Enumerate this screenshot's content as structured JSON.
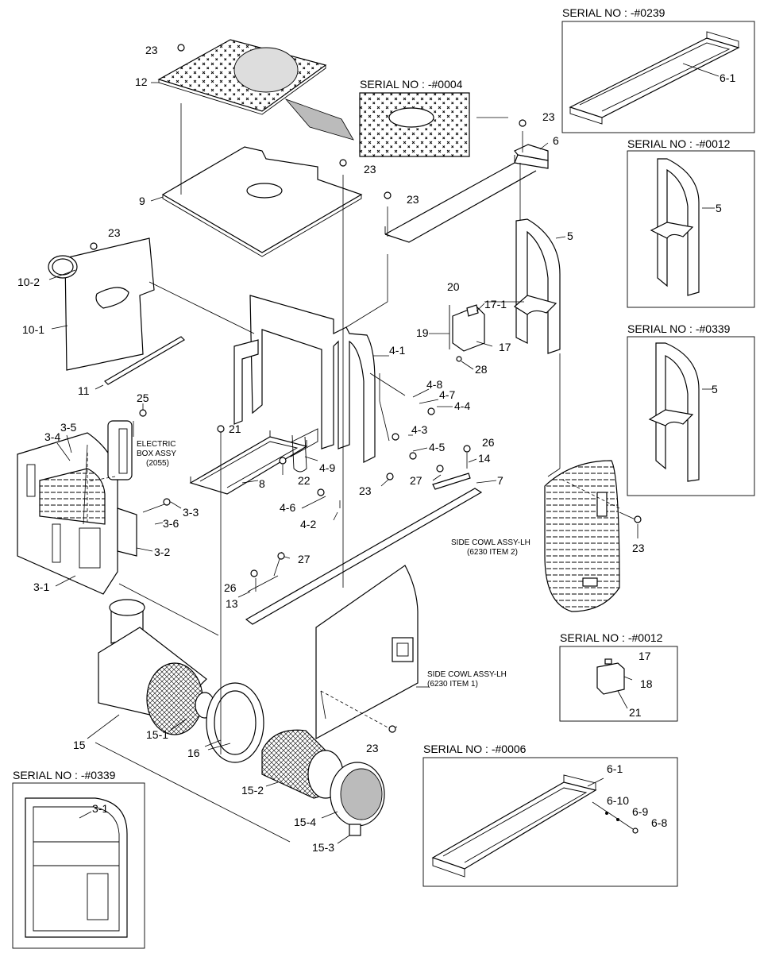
{
  "insets": [
    {
      "id": "inset-0239",
      "title": "SERIAL NO : -#0239",
      "labels": [
        "6-1"
      ]
    },
    {
      "id": "inset-0012-frame",
      "title": "SERIAL NO : -#0012",
      "labels": [
        "5"
      ]
    },
    {
      "id": "inset-0339-frame",
      "title": "SERIAL NO : -#0339",
      "labels": [
        "5"
      ]
    },
    {
      "id": "inset-0012-tank",
      "title": "SERIAL NO : -#0012",
      "labels": [
        "17",
        "18",
        "21"
      ]
    },
    {
      "id": "inset-0006",
      "title": "SERIAL NO : -#0006",
      "labels": [
        "6-1",
        "6-10",
        "6-9",
        "6-8"
      ]
    },
    {
      "id": "inset-0339-panel",
      "title": "SERIAL NO : -#0339",
      "labels": [
        "3-1"
      ]
    },
    {
      "id": "inset-0004",
      "title": "SERIAL NO : -#0004",
      "labels": []
    }
  ],
  "callouts": {
    "c23a": "23",
    "c12": "12",
    "c9": "9",
    "c23b": "23",
    "c23c": "23",
    "c23d": "23",
    "c6": "6",
    "c5": "5",
    "c10_2": "10-2",
    "c10_1": "10-1",
    "c11": "11",
    "c20": "20",
    "c17_1": "17-1",
    "c19": "19",
    "c17": "17",
    "c28": "28",
    "c4_1": "4-1",
    "c4_8": "4-8",
    "c4_7": "4-7",
    "c4_4": "4-4",
    "c25": "25",
    "c3_4": "3-4",
    "c3_5": "3-5",
    "c21": "21",
    "c4_3": "4-3",
    "c4_5": "4-5",
    "c26a": "26",
    "c14": "14",
    "c4_9": "4-9",
    "c27a": "27",
    "c7": "7",
    "c8": "8",
    "c22": "22",
    "c23e": "23",
    "c4_6": "4-6",
    "c4_2": "4-2",
    "c3_3": "3-3",
    "c3_6": "3-6",
    "c3_2": "3-2",
    "c3_1": "3-1",
    "c27b": "27",
    "c26b": "26",
    "c13": "13",
    "c23f": "23",
    "c15": "15",
    "c15_1": "15-1",
    "c16": "16",
    "c15_2": "15-2",
    "c15_4": "15-4",
    "c15_3": "15-3",
    "c23g": "23"
  },
  "notes": {
    "electric_box_l1": "ELECTRIC",
    "electric_box_l2": "BOX ASSY",
    "electric_box_l3": "(2055)",
    "cowl_lh2_l1": "SIDE COWL ASSY-LH",
    "cowl_lh2_l2": "(6230 ITEM 2)",
    "cowl_lh1_l1": "SIDE COWL ASSY-LH",
    "cowl_lh1_l2": "(6230 ITEM 1)"
  }
}
